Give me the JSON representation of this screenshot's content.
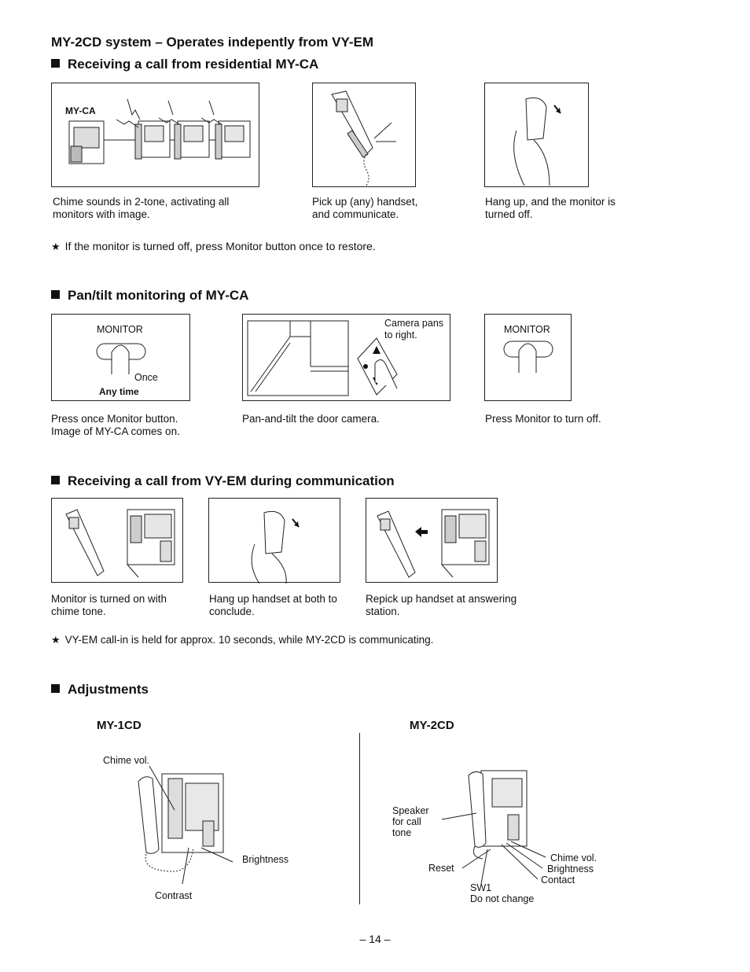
{
  "title": "MY-2CD system – Operates indepently from VY-EM",
  "sec1": {
    "heading": "Receiving a call from residential MY-CA",
    "box1_label": "MY-CA",
    "cap1": "Chime sounds in 2-tone, activating all\nmonitors with image.",
    "cap2": "Pick up (any) handset,\nand communicate.",
    "cap3": "Hang up, and the monitor is\nturned off.",
    "note": "If the monitor is turned off, press Monitor button once to restore."
  },
  "sec2": {
    "heading": "Pan/tilt monitoring of MY-CA",
    "monitor_label_1": "MONITOR",
    "once": "Once",
    "any_time": "Any time",
    "camera_pans": "Camera pans\nto right.",
    "monitor_label_2": "MONITOR",
    "cap1": "Press once Monitor button.\nImage of MY-CA comes on.",
    "cap2": "Pan-and-tilt the door camera.",
    "cap3": "Press Monitor to turn off."
  },
  "sec3": {
    "heading": "Receiving a call from VY-EM during communication",
    "cap1": "Monitor is turned on with\nchime tone.",
    "cap2": "Hang up handset at both to\nconclude.",
    "cap3": "Repick up handset at answering\nstation.",
    "note": "VY-EM call-in is held for approx. 10 seconds, while MY-2CD is communicating."
  },
  "sec4": {
    "heading": "Adjustments",
    "left_title": "MY-1CD",
    "right_title": "MY-2CD",
    "chime_vol": "Chime vol.",
    "brightness": "Brightness",
    "contrast": "Contrast",
    "speaker": "Speaker\nfor call\ntone",
    "reset": "Reset",
    "chime_vol_2": "Chime vol.",
    "brightness_2": "Brightness",
    "contact": "Contact",
    "sw1": "SW1",
    "do_not_change": "Do not change"
  },
  "page_number": "– 14 –"
}
